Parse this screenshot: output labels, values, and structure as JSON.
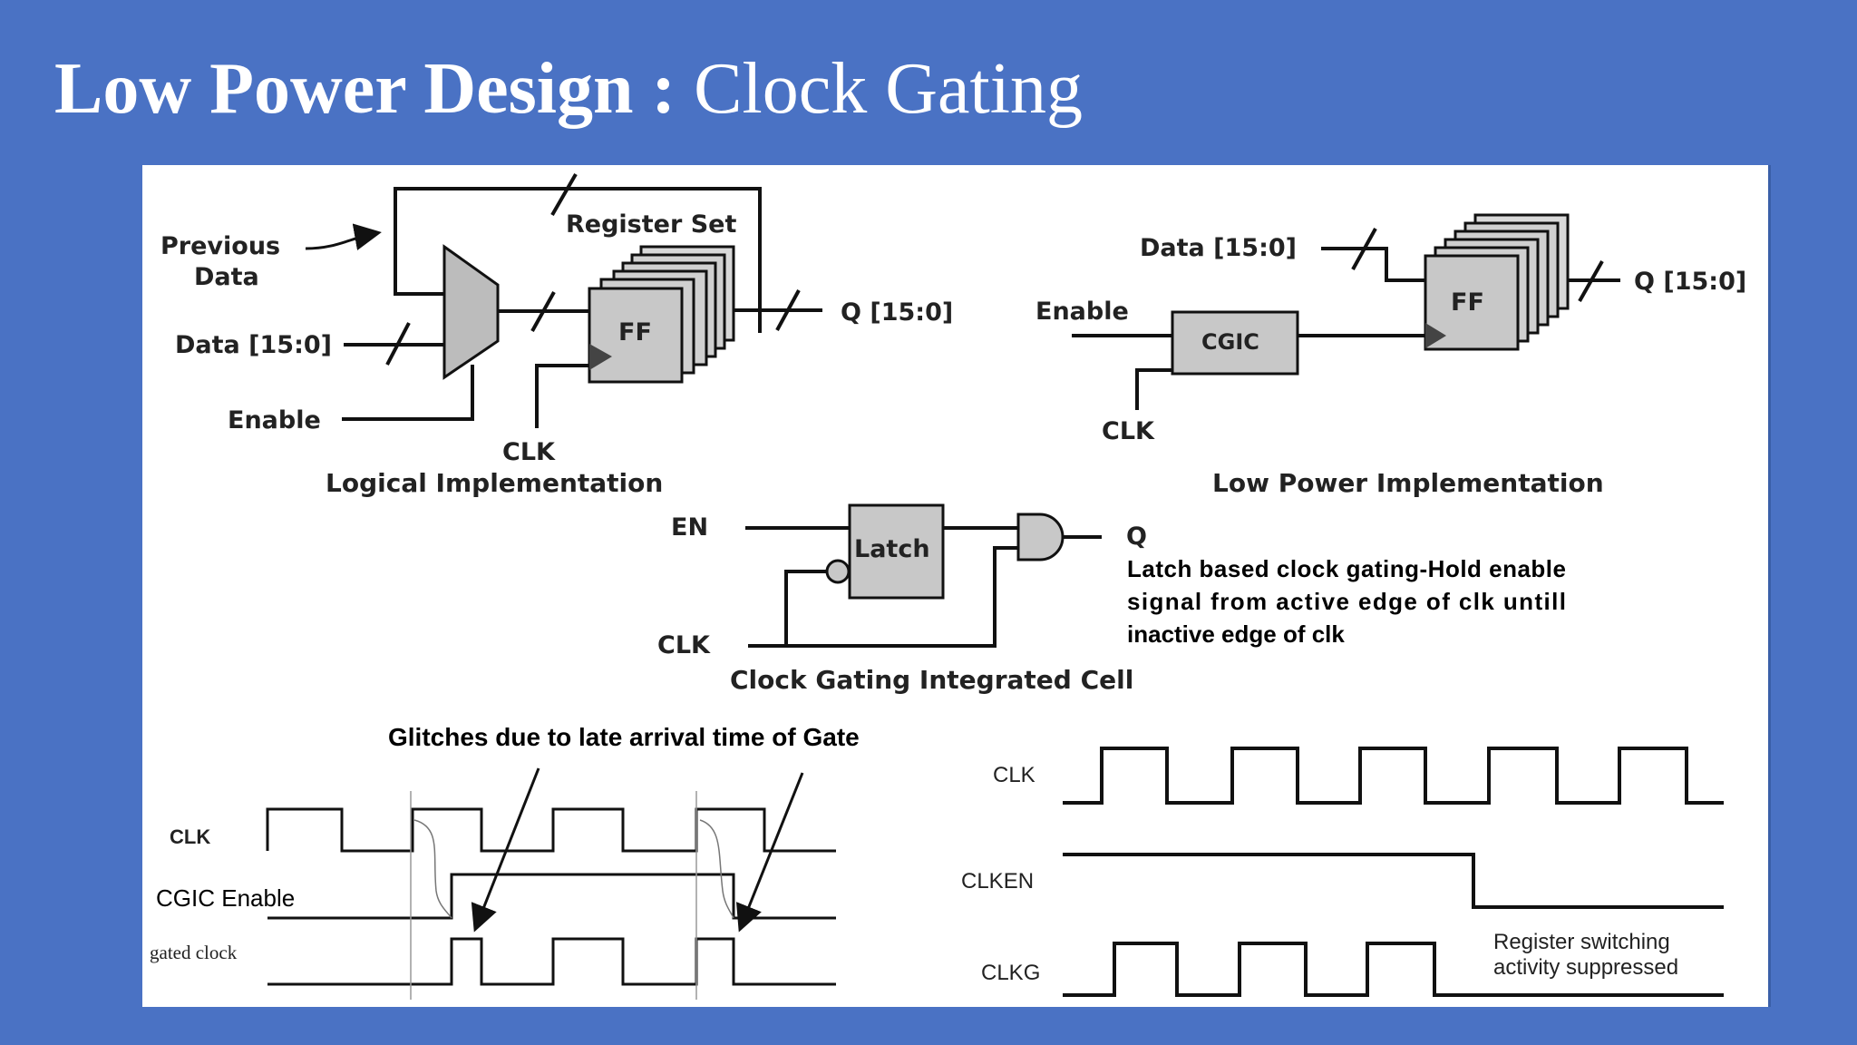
{
  "slide": {
    "title_bold": "Low Power Design :",
    "title_regular": "Clock Gating"
  },
  "logical": {
    "previous_data": "Previous",
    "previous_data_2": "Data",
    "register_set": "Register Set",
    "data_in": "Data [15:0]",
    "enable": "Enable",
    "ff": "FF",
    "q_out": "Q [15:0]",
    "clk": "CLK",
    "caption": "Logical Implementation"
  },
  "low_power": {
    "data_in": "Data [15:0]",
    "enable": "Enable",
    "cgic": "CGIC",
    "ff": "FF",
    "q_out": "Q [15:0]",
    "clk": "CLK",
    "caption": "Low Power Implementation"
  },
  "cgic_cell": {
    "en": "EN",
    "latch": "Latch",
    "q": "Q",
    "clk": "CLK",
    "caption": "Clock Gating Integrated Cell",
    "note_line1": "Latch based clock gating-Hold enable",
    "note_line2": "signal from active edge of clk untill",
    "note_line3": "inactive edge of clk"
  },
  "glitch": {
    "title": "Glitches due to late arrival time of Gate",
    "clk": "CLK",
    "cgic_enable": "CGIC Enable",
    "gated_clock": "gated clock"
  },
  "suppress": {
    "clk": "CLK",
    "clken": "CLKEN",
    "clkg": "CLKG",
    "note_line1": "Register switching",
    "note_line2": "activity suppressed"
  }
}
